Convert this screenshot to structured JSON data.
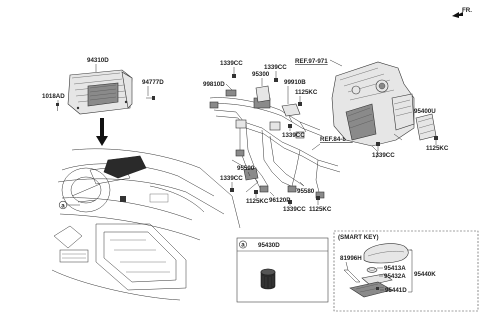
{
  "header": {
    "fr_label": "FR."
  },
  "ref_labels": {
    "ref_97_971": "REF.97-971",
    "ref_84_847": "REF.84-847"
  },
  "parts": {
    "p94310D": "94310D",
    "p94777D": "94777D",
    "p1018AD": "1018AD",
    "p1339CC_a": "1339CC",
    "p1339CC_b": "1339CC",
    "p95300": "95300",
    "p99810D": "99810D",
    "p99910B": "99910B",
    "p1125KC_a": "1125KC",
    "p1339CC_c": "1339CC",
    "p95400U": "95400U",
    "p1339CC_d": "1339CC",
    "p1125KC_b": "1125KC",
    "p95590": "95590",
    "p1339CC_e": "1339CC",
    "p95580": "95580",
    "p96120P": "96120P",
    "p1125KC_c": "1125KC",
    "p1339CC_f": "1339CC",
    "p1125KC_d": "1125KC"
  },
  "detail_a": {
    "marker": "a",
    "part": "95430D"
  },
  "callout_a": "a",
  "smart_key": {
    "title": "(SMART KEY)",
    "p81996H": "81996H",
    "p95413A": "95413A",
    "p95440K": "95440K",
    "p95432A": "95432A",
    "p95441D": "95441D"
  },
  "colors": {
    "line": "#333333",
    "part_fill": "#e6e6e6",
    "dark_fill": "#2a2a2a"
  }
}
